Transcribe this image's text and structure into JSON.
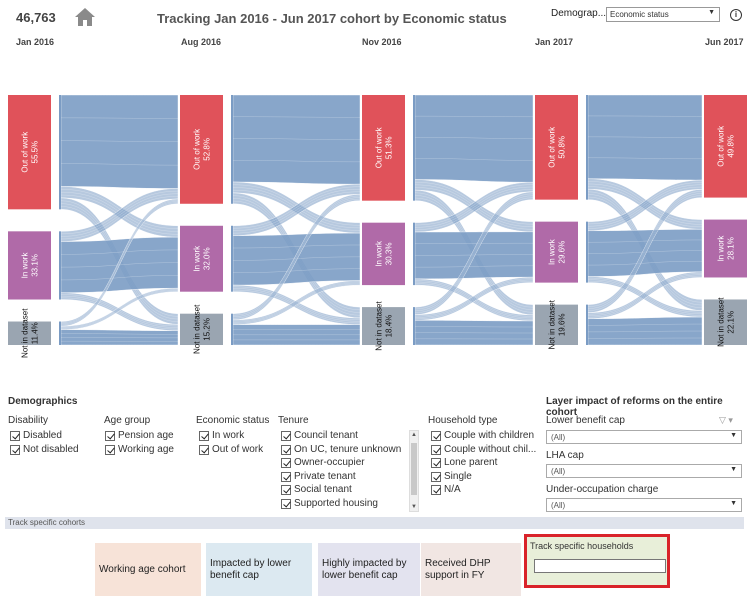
{
  "header": {
    "count": "46,763",
    "title": "Tracking Jan 2016 - Jun 2017  cohort  by Economic status",
    "demographic_label": "Demograp...",
    "demographic_value": "Economic status",
    "info": "i"
  },
  "timepoints": [
    "Jan 2016",
    "Aug 2016",
    "Nov 2016",
    "Jan 2017",
    "Jun 2017"
  ],
  "colors": {
    "out_of_work": "#e0525a",
    "in_work": "#b06aa8",
    "not_in_dataset": "#9aa5b1",
    "flow": "#7b9cc4"
  },
  "chart_data": {
    "type": "sankey",
    "categories": [
      "Out of work",
      "In work",
      "Not in dataset"
    ],
    "timepoints": [
      "Jan 2016",
      "Aug 2016",
      "Nov 2016",
      "Jan 2017",
      "Jun 2017"
    ],
    "nodes": [
      {
        "time": "Jan 2016",
        "category": "Out of work",
        "label": "Out of work",
        "pct": "55.5%",
        "value": 55.5
      },
      {
        "time": "Jan 2016",
        "category": "In work",
        "label": "In work",
        "pct": "33.1%",
        "value": 33.1
      },
      {
        "time": "Jan 2016",
        "category": "Not in dataset",
        "label": "Not in dataset",
        "pct": "11.4%",
        "value": 11.4
      },
      {
        "time": "Aug 2016",
        "category": "Out of work",
        "label": "Out of work",
        "pct": "52.8%",
        "value": 52.8
      },
      {
        "time": "Aug 2016",
        "category": "In work",
        "label": "In work",
        "pct": "32.0%",
        "value": 32.0
      },
      {
        "time": "Aug 2016",
        "category": "Not in dataset",
        "label": "Not in dataset",
        "pct": "15.2%",
        "value": 15.2
      },
      {
        "time": "Nov 2016",
        "category": "Out of work",
        "label": "Out of work",
        "pct": "51.3%",
        "value": 51.3
      },
      {
        "time": "Nov 2016",
        "category": "In work",
        "label": "In work",
        "pct": "30.3%",
        "value": 30.3
      },
      {
        "time": "Nov 2016",
        "category": "Not in dataset",
        "label": "Not in dataset",
        "pct": "18.4%",
        "value": 18.4
      },
      {
        "time": "Jan 2017",
        "category": "Out of work",
        "label": "Out of work",
        "pct": "50.8%",
        "value": 50.8
      },
      {
        "time": "Jan 2017",
        "category": "In work",
        "label": "In work",
        "pct": "29.6%",
        "value": 29.6
      },
      {
        "time": "Jan 2017",
        "category": "Not in dataset",
        "label": "Not in dataset",
        "pct": "19.6%",
        "value": 19.6
      },
      {
        "time": "Jun 2017",
        "category": "Out of work",
        "label": "Out of work",
        "pct": "49.8%",
        "value": 49.8
      },
      {
        "time": "Jun 2017",
        "category": "In work",
        "label": "In work",
        "pct": "28.1%",
        "value": 28.1
      },
      {
        "time": "Jun 2017",
        "category": "Not in dataset",
        "label": "Not in dataset",
        "pct": "22.1%",
        "value": 22.1
      }
    ]
  },
  "demographics": {
    "title": "Demographics",
    "disability": {
      "label": "Disability",
      "options": [
        "Disabled",
        "Not disabled"
      ]
    },
    "age_group": {
      "label": "Age group",
      "options": [
        "Pension age",
        "Working age"
      ]
    },
    "economic_status": {
      "label": "Economic status",
      "options": [
        "In work",
        "Out of work"
      ]
    },
    "tenure": {
      "label": "Tenure",
      "options": [
        "Council tenant",
        "On UC, tenure unknown",
        "Owner-occupier",
        "Private tenant",
        "Social tenant",
        "Supported housing"
      ]
    },
    "household_type": {
      "label": "Household type",
      "options": [
        "Couple with children",
        "Couple without chil...",
        "Lone parent",
        "Single",
        "N/A"
      ]
    }
  },
  "reforms": {
    "title": "Layer impact of reforms on the entire cohort",
    "lower_benefit_cap": {
      "label": "Lower benefit cap",
      "value": "(All)"
    },
    "lha_cap": {
      "label": "LHA cap",
      "value": "(All)"
    },
    "under_occupation": {
      "label": "Under-occupation charge",
      "value": "(All)"
    }
  },
  "track": {
    "bar_label": "Track specific cohorts",
    "cohorts": [
      "Working age cohort",
      "Impacted by lower benefit cap",
      "Highly impacted by lower benefit cap",
      "Received DHP support in FY"
    ],
    "households_label": "Track specific households",
    "households_value": ""
  }
}
